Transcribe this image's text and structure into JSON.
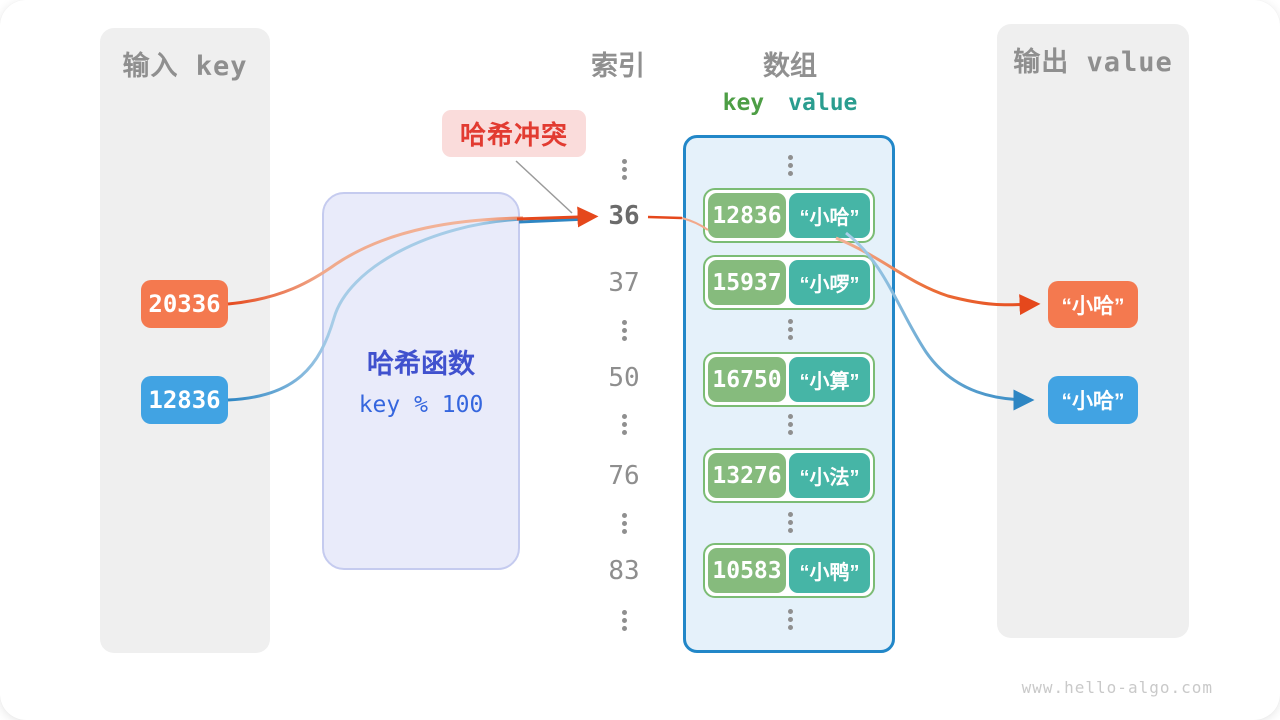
{
  "page": {
    "watermark": "www.hello-algo.com"
  },
  "input_panel": {
    "title": "输入 key",
    "items": [
      {
        "value": "20336",
        "color": "#F4794F"
      },
      {
        "value": "12836",
        "color": "#41A3E3"
      }
    ]
  },
  "hash_box": {
    "title": "哈希函数",
    "formula": "key % 100"
  },
  "collision_badge": {
    "label": "哈希冲突"
  },
  "index_column": {
    "title": "索引",
    "rows": [
      "⋮",
      "36",
      "37",
      "⋮",
      "50",
      "⋮",
      "76",
      "⋮",
      "83",
      "⋮"
    ],
    "highlighted": "36"
  },
  "array_panel": {
    "title": "数组",
    "key_header": "key",
    "value_header": "value",
    "buckets": [
      {
        "key": "12836",
        "value": "“小哈”"
      },
      {
        "key": "15937",
        "value": "“小啰”"
      },
      {
        "key": "16750",
        "value": "“小算”"
      },
      {
        "key": "13276",
        "value": "“小法”"
      },
      {
        "key": "10583",
        "value": "“小鸭”"
      }
    ]
  },
  "output_panel": {
    "title": "输出 value",
    "items": [
      {
        "value": "“小哈”",
        "color": "#F4794F"
      },
      {
        "value": "“小哈”",
        "color": "#41A3E3"
      }
    ]
  },
  "colors": {
    "orange": "#F4794F",
    "orange_arrow": "#E5481C",
    "blue": "#41A3E3",
    "blue_arrow": "#2E86C3",
    "panel_gray": "#EFEFEF",
    "hash_bg": "#E9EBFA",
    "hash_text": "#4051CE",
    "badge_bg": "#FADCDB",
    "badge_text": "#E23B31",
    "array_bg": "#E5F1FA",
    "array_border": "#2287C8",
    "key_green": "#86BB7D",
    "value_teal": "#46B5A6",
    "pair_border": "#7BBC74"
  }
}
